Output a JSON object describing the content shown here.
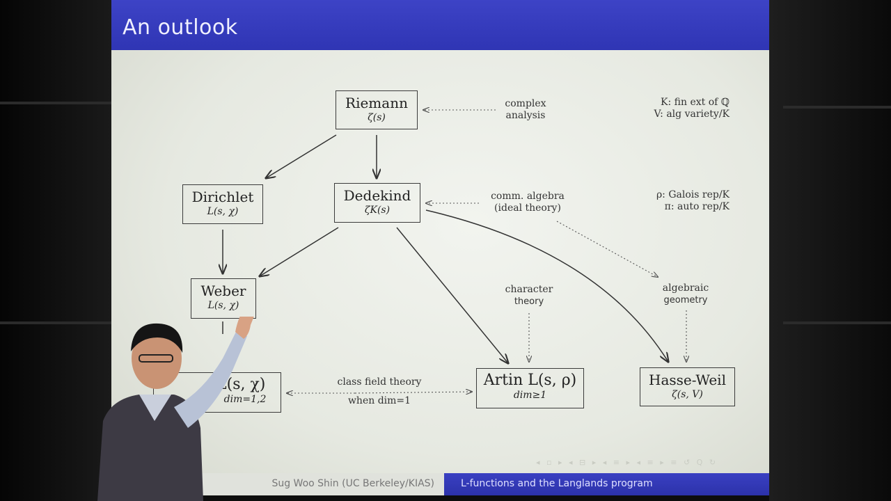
{
  "slide": {
    "title": "An outlook",
    "footer": {
      "author": "Sug Woo Shin  (UC Berkeley/KIAS)",
      "talk_title": "L-functions and the Langlands program"
    },
    "nav_symbols": "◂ ▫ ▸ ◂ ⊟ ▸ ◂ ≡ ▸ ◂ ≡ ▸   ≡   ↺ Q ↻"
  },
  "diagram": {
    "nodes": {
      "riemann": {
        "name": "Riemann",
        "sub": "ζ(s)"
      },
      "dirichlet": {
        "name": "Dirichlet",
        "sub": "L(s, χ)"
      },
      "dedekind": {
        "name": "Dedekind",
        "sub": "ζK(s)"
      },
      "weber": {
        "name": "Weber",
        "sub": "L(s, χ)"
      },
      "hecke": {
        "name": "L(s, χ)",
        "sub": "dim=1,2"
      },
      "artin": {
        "name": "Artin L(s, ρ)",
        "sub": "dim≥1"
      },
      "hasse_weil": {
        "name": "Hasse-Weil",
        "sub": "ζ(s, V)"
      }
    },
    "notes": {
      "complex_analysis_1": "complex",
      "complex_analysis_2": "analysis",
      "comm_algebra_1": "comm. algebra",
      "comm_algebra_2": "(ideal theory)",
      "character_1": "character",
      "character_2": "theory",
      "algebraic_1": "algebraic",
      "algebraic_2": "geometry",
      "cft_1": "class field theory",
      "cft_2": "when dim=1"
    },
    "legend": {
      "line1": "K: fin ext of ℚ",
      "line2": "V: alg variety/K",
      "line3": "ρ: Galois rep/K",
      "line4": "π: auto rep/K"
    }
  },
  "colors": {
    "title_bar": "#3138b8",
    "slide_bg": "#eceee8",
    "ink": "#2a2a2a"
  }
}
